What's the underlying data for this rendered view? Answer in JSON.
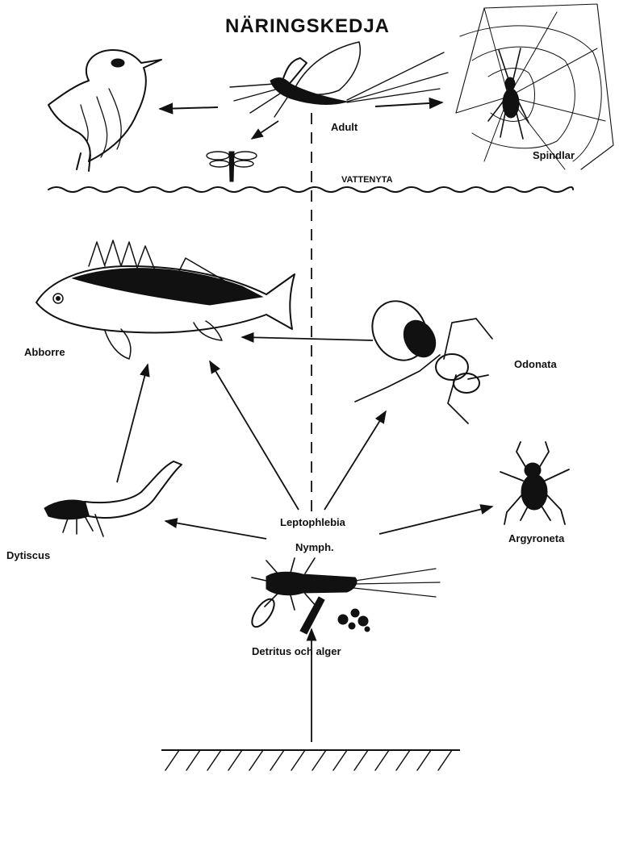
{
  "title": "NÄRINGSKEDJA",
  "water_surface_label": "VATTENYTA",
  "labels": {
    "adult": "Adult",
    "spiders": "Spindlar",
    "perch": "Abborre",
    "odonata": "Odonata",
    "dytiscus": "Dytiscus",
    "leptophlebia": "Leptophlebia",
    "nymph": "Nymph.",
    "argyroneta": "Argyroneta",
    "detritus": "Detritus och alger"
  },
  "icons": {
    "bird": "bird-icon",
    "mayfly_adult": "mayfly-icon",
    "dragonfly": "dragonfly-icon",
    "spider_web": "spider-web-icon",
    "perch": "fish-icon",
    "odonata_nymph": "odonata-nymph-icon",
    "dytiscus_larva": "beetle-larva-icon",
    "water_spider": "water-spider-icon",
    "mayfly_nymph": "mayfly-nymph-icon",
    "detritus": "detritus-icon"
  }
}
